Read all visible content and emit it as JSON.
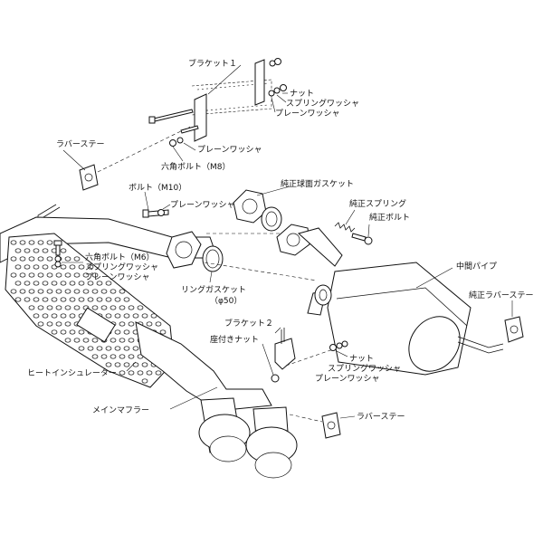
{
  "diagram": {
    "labels": {
      "bracket1": "ブラケット１",
      "nut_top": "ナット",
      "spring_washer_top": "スプリングワッシャ",
      "plain_washer_top": "プレーンワッシャ",
      "plain_washer_mid": "プレーンワッシャ",
      "hex_bolt_m8": "六角ボルト（M8）",
      "rubber_stay_left": "ラバーステー",
      "bolt_m10": "ボルト（M10）",
      "plain_washer_bolt": "プレーンワッシャ",
      "genuine_gasket": "純正球面ガスケット",
      "genuine_spring": "純正スプリング",
      "genuine_bolt": "純正ボルト",
      "hex_bolt_m6": "六角ボルト（M6）",
      "spring_washer_m6": "スプリングワッシャ",
      "plain_washer_m6": "プレーンワッシャ",
      "ring_gasket": "リングガスケット",
      "ring_gasket_size": "（φ50）",
      "middle_pipe": "中間パイプ",
      "genuine_rubber_stay": "純正ラバーステー",
      "bracket2": "ブラケット２",
      "seat_nut": "座付きナット",
      "nut_right": "ナット",
      "spring_washer_right": "スプリングワッシャ",
      "plain_washer_right": "プレーンワッシャ",
      "heat_insulator": "ヒートインシュレーター",
      "main_muffler": "メインマフラー",
      "rubber_stay_bottom": "ラバーステー"
    }
  }
}
